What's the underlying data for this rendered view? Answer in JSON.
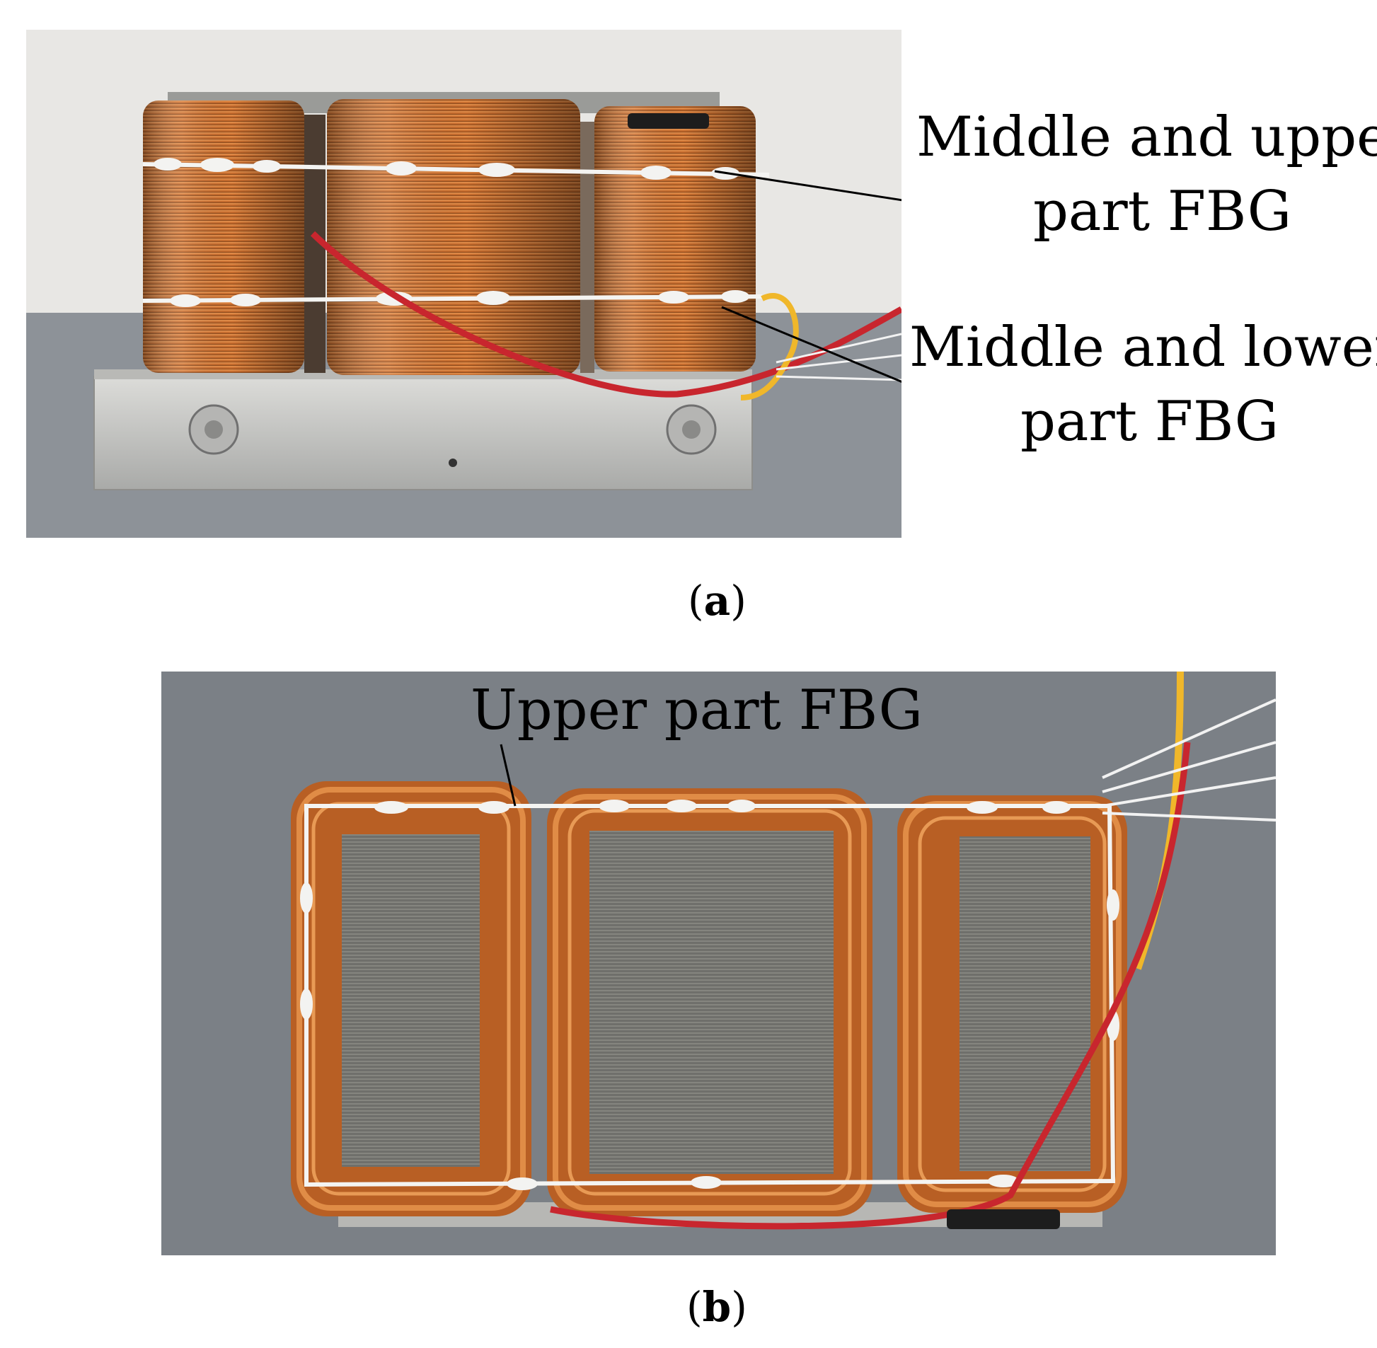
{
  "panels": [
    {
      "caption_letter": "a",
      "annotations": {
        "upper_line1": "Middle and upper",
        "upper_line2": "part FBG",
        "lower_line1": "Middle and lower",
        "lower_line2": "part FBG"
      }
    },
    {
      "caption_letter": "b",
      "annotations": {
        "upper": "Upper part FBG"
      }
    }
  ],
  "colors": {
    "copper": "#c46a2c",
    "copper_dark": "#8a4417",
    "steel": "#6f6f6b",
    "aluminium": "#c9c9c6",
    "background_a": "#e7e6e3",
    "table_a": "#8f949a",
    "background_b": "#7c8187",
    "fiber": "#f4f4f2",
    "red_wire": "#c8262e",
    "yellow_wire": "#f0b72a"
  }
}
